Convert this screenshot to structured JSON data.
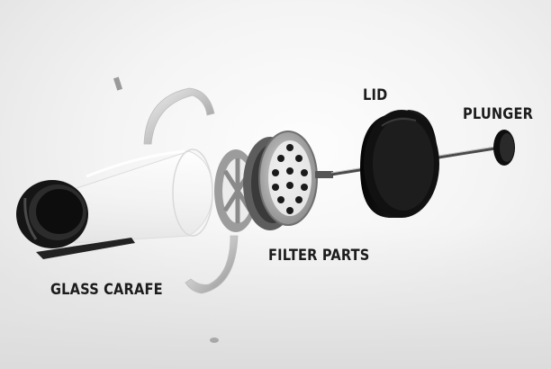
{
  "labels": {
    "lid": "LID",
    "plunger": "PLUNGER",
    "filter_parts": "FILTER PARTS",
    "glass_carafe": "GLASS CARAFE"
  },
  "colors": {
    "part_dark": "#141414",
    "part_mid": "#3a3a3a",
    "metal_light": "#c9c9c9",
    "glass_edge": "#d6d6d6",
    "label_text": "#1c1c1c"
  }
}
